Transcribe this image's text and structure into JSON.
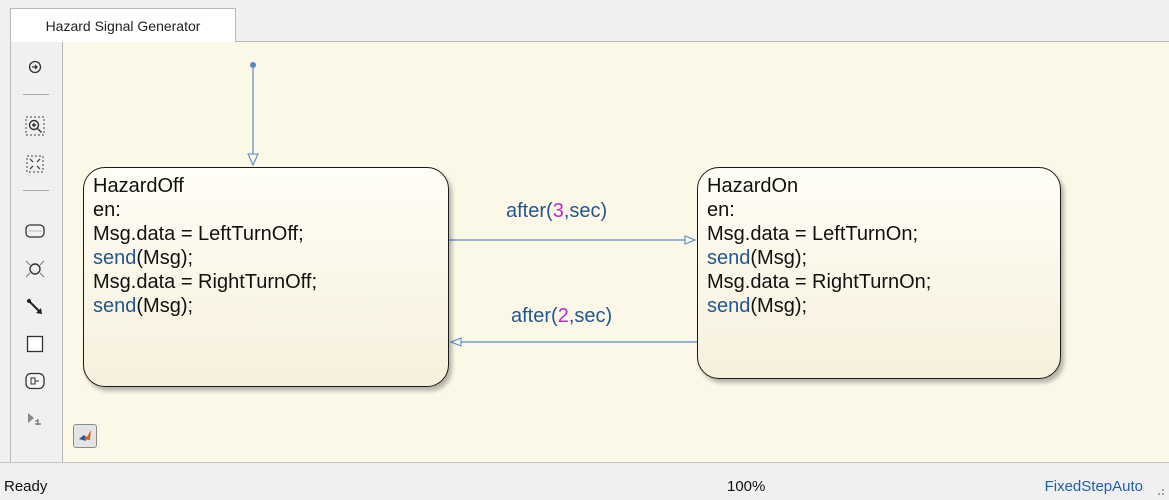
{
  "tab": {
    "title": "Hazard Signal Generator"
  },
  "toolbar": {
    "icons": [
      "navigate-icon",
      "zoom-icon",
      "fit-view-icon",
      "state-icon",
      "junction-icon",
      "default-transition-icon",
      "box-icon",
      "simulink-function-icon",
      "annotation-icon"
    ]
  },
  "states": {
    "off": {
      "name": "HazardOff",
      "en": "en:",
      "line1": "Msg.data = LeftTurnOff;",
      "send1_fn": "send",
      "send1_arg": "(Msg);",
      "line2": "Msg.data = RightTurnOff;",
      "send2_fn": "send",
      "send2_arg": "(Msg);"
    },
    "on": {
      "name": "HazardOn",
      "en": "en:",
      "line1": "Msg.data = LeftTurnOn;",
      "send1_fn": "send",
      "send1_arg": "(Msg);",
      "line2": "Msg.data = RightTurnOn;",
      "send2_fn": "send",
      "send2_arg": "(Msg);"
    }
  },
  "transitions": {
    "off_to_on": {
      "pre": "after(",
      "num": "3",
      "post": ",sec)"
    },
    "on_to_off": {
      "pre": "after(",
      "num": "2",
      "post": ",sec)"
    }
  },
  "colors": {
    "canvas": "#fcf8e8",
    "keyword": "#24578c",
    "number": "#c02cc8",
    "arrow": "#5b8ac4"
  },
  "status": {
    "ready": "Ready",
    "zoom": "100%",
    "solver": "FixedStepAuto"
  }
}
